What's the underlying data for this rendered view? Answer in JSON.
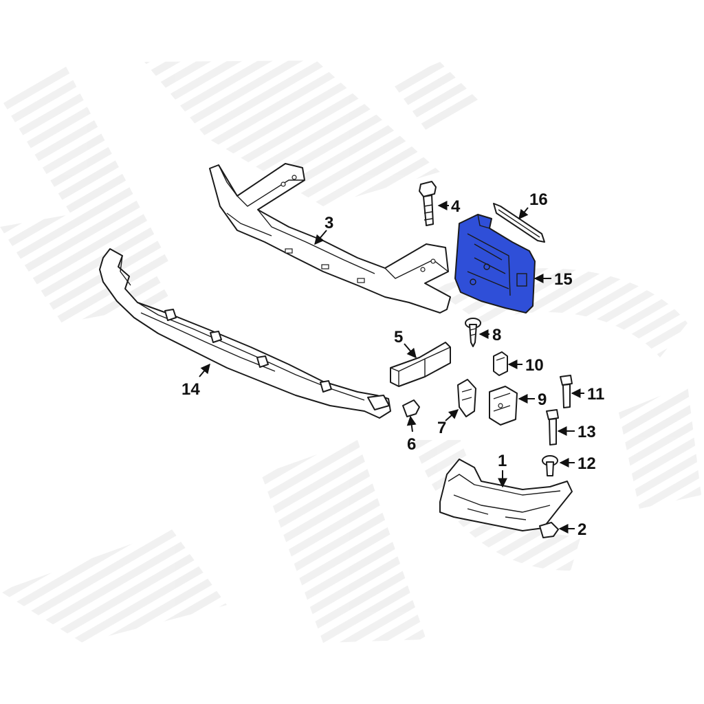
{
  "diagram": {
    "highlight_color": "#2f4fd8",
    "line_color": "#1a1a1a",
    "watermark_color": "#ececec",
    "callouts": [
      {
        "id": "1",
        "label": "1"
      },
      {
        "id": "2",
        "label": "2"
      },
      {
        "id": "3",
        "label": "3"
      },
      {
        "id": "4",
        "label": "4"
      },
      {
        "id": "5",
        "label": "5"
      },
      {
        "id": "6",
        "label": "6"
      },
      {
        "id": "7",
        "label": "7"
      },
      {
        "id": "8",
        "label": "8"
      },
      {
        "id": "9",
        "label": "9"
      },
      {
        "id": "10",
        "label": "10"
      },
      {
        "id": "11",
        "label": "11"
      },
      {
        "id": "12",
        "label": "12"
      },
      {
        "id": "13",
        "label": "13"
      },
      {
        "id": "14",
        "label": "14"
      },
      {
        "id": "15",
        "label": "15"
      },
      {
        "id": "16",
        "label": "16"
      }
    ],
    "highlighted_part": "15"
  }
}
